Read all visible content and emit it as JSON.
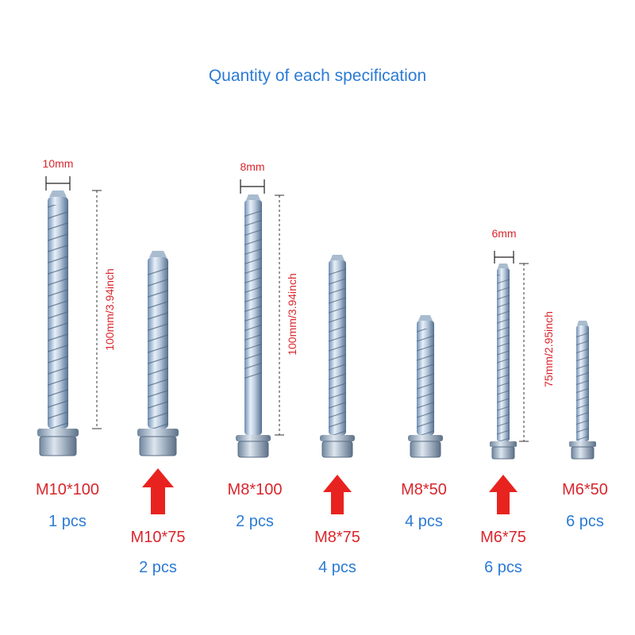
{
  "title": "Quantity of each specification",
  "dimensions": {
    "m10_diameter": "10mm",
    "m8_diameter": "8mm",
    "m6_diameter": "6mm",
    "m10_length": "100mm/3.94inch",
    "m8_length": "100mm/3.94inch",
    "m6_length": "75mm/2.95inch"
  },
  "items": [
    {
      "spec": "M10*100",
      "qty": "1 pcs"
    },
    {
      "spec": "M10*75",
      "qty": "2 pcs"
    },
    {
      "spec": "M8*100",
      "qty": "2 pcs"
    },
    {
      "spec": "M8*75",
      "qty": "4 pcs"
    },
    {
      "spec": "M8*50",
      "qty": "4 pcs"
    },
    {
      "spec": "M6*75",
      "qty": "6 pcs"
    },
    {
      "spec": "M6*50",
      "qty": "6 pcs"
    }
  ],
  "colors": {
    "label_red": "#d9262c",
    "label_blue": "#2b7bd6",
    "arrow": "#e8231f"
  }
}
